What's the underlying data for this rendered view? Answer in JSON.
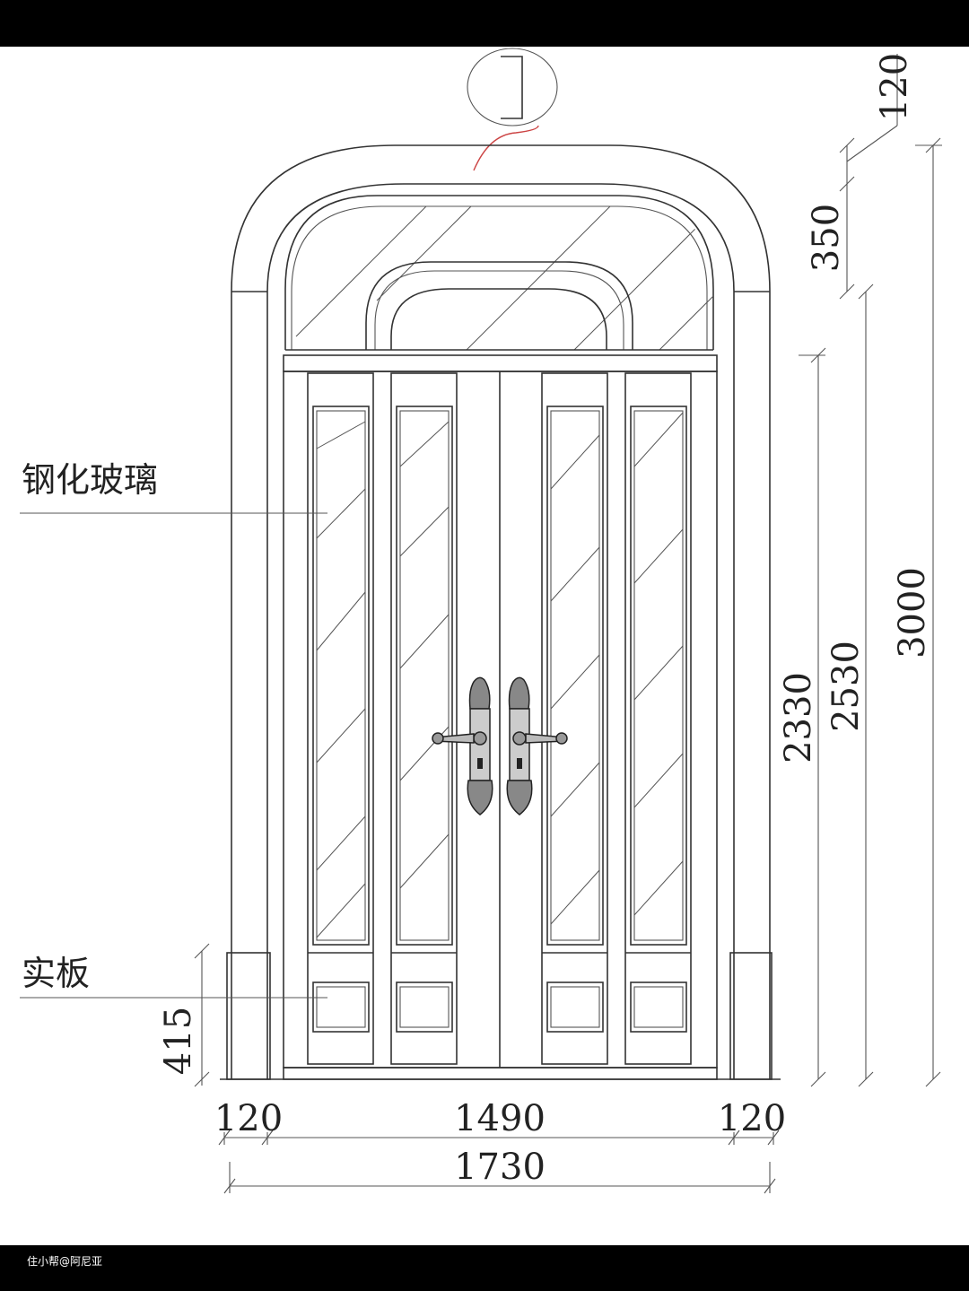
{
  "labels": {
    "tempered_glass": "钢化玻璃",
    "solid_panel": "实板"
  },
  "dimensions": {
    "top_offset": "120",
    "arch_band": "350",
    "h_2330": "2330",
    "h_2530": "2530",
    "h_3000": "3000",
    "bottom_panel": "415",
    "left_frame": "120",
    "inner_width": "1490",
    "right_frame": "120",
    "total_width": "1730"
  },
  "watermark": "住小帮@阿尼亚"
}
